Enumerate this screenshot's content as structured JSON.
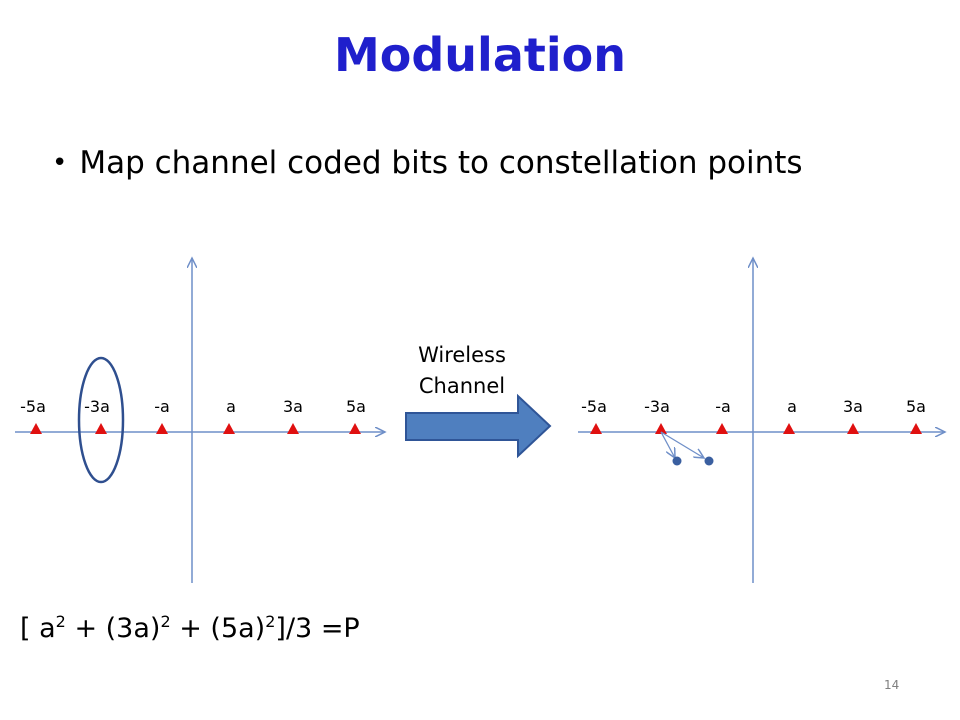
{
  "slide": {
    "title": "Modulation",
    "bullet": "Map channel coded bits to constellation points",
    "page_number": "14"
  },
  "left_axis": {
    "labels": [
      "-5a",
      "-3a",
      "-a",
      "a",
      "3a",
      "5a"
    ]
  },
  "right_axis": {
    "labels": [
      "-5a",
      "-3a",
      "-a",
      "a",
      "3a",
      "5a"
    ]
  },
  "channel": {
    "line1": "Wireless",
    "line2": "Channel"
  },
  "formula": {
    "p1": "[ a",
    "e1": "2",
    "p2": " + (3a)",
    "e2": "2",
    "p3": " + (5a)",
    "e3": "2",
    "p4": "]/3  =P"
  },
  "colors": {
    "title": "#1f1fcc",
    "axis": "#6f8fc8",
    "marker": "#e01010",
    "arrow_fill": "#4f7fbf",
    "arrow_stroke": "#2f5597",
    "ellipse": "#2f4f8f",
    "received_dot": "#3a5fa0"
  }
}
